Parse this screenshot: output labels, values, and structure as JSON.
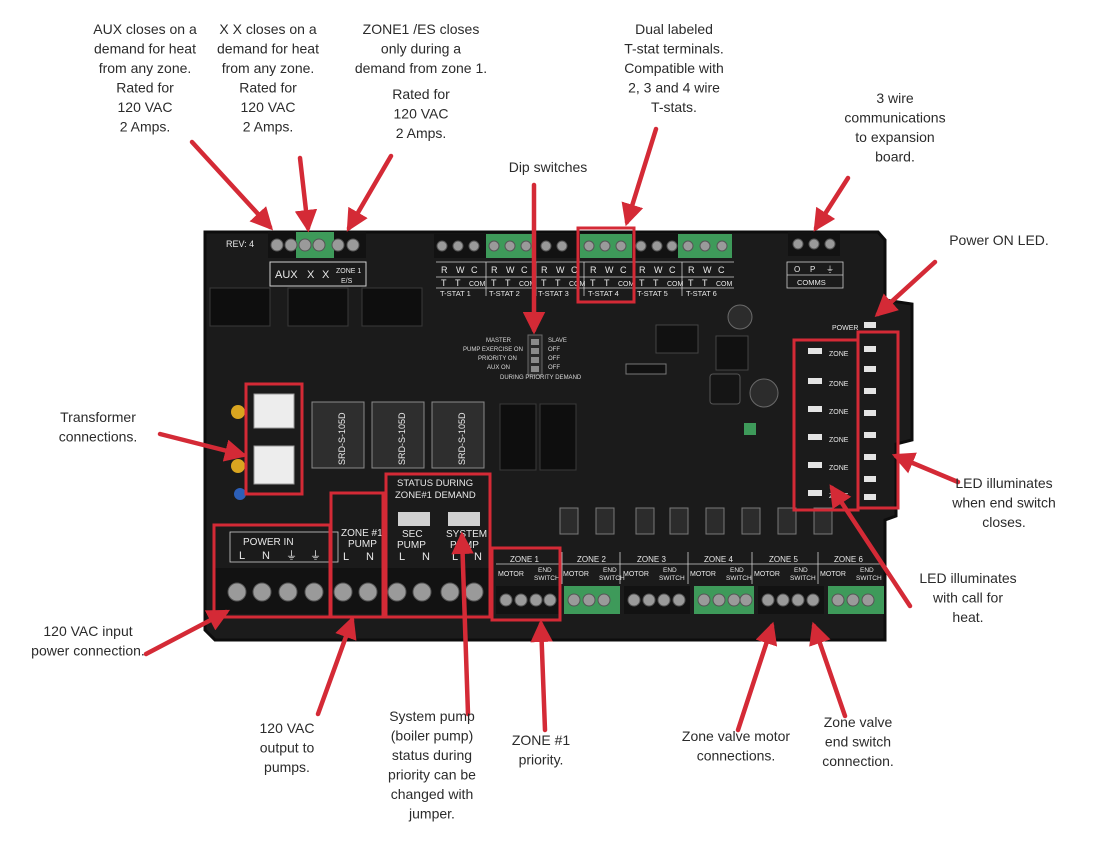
{
  "colors": {
    "board": "#1b1b1b",
    "board_edge": "#0d0d0d",
    "highlight": "#d42a36",
    "arrow": "#d42a36",
    "terminal_green": "#3e9a5a",
    "terminal_black": "#121212",
    "silkscreen": "#e8e8e8",
    "callout_text": "#2b2b2b"
  },
  "callouts": {
    "aux": [
      "AUX closes on a",
      "demand for heat",
      "from any zone.",
      "Rated for",
      "120 VAC",
      "2 Amps."
    ],
    "xx": [
      "X X closes on a",
      "demand for heat",
      "from any zone.",
      "Rated for",
      "120 VAC",
      "2 Amps."
    ],
    "zone1es": [
      "ZONE1 /ES closes",
      "only during a",
      "demand from zone 1."
    ],
    "zone1es_rating": [
      "Rated for",
      "120 VAC",
      "2 Amps."
    ],
    "tstat": [
      "Dual labeled",
      "T-stat terminals.",
      "Compatible with",
      "2, 3 and 4 wire",
      "T-stats."
    ],
    "dip": [
      "Dip switches"
    ],
    "comms": [
      "3 wire",
      "communications",
      "to expansion",
      "board."
    ],
    "power_led": [
      "Power ON LED."
    ],
    "transformer": [
      "Transformer",
      "connections."
    ],
    "end_switch_led": [
      "LED illuminates",
      "when end switch",
      "closes."
    ],
    "call_led": [
      "LED illuminates",
      "with call for",
      "heat."
    ],
    "input_power": [
      "120 VAC input",
      "power connection."
    ],
    "output_pumps": [
      "120 VAC",
      "output to",
      "pumps."
    ],
    "system_pump": [
      "System pump",
      "(boiler pump)",
      "status during",
      "priority can be",
      "changed with",
      "jumper."
    ],
    "zone1_priority": [
      "ZONE #1",
      "priority."
    ],
    "motor_conn": [
      "Zone valve motor",
      "connections."
    ],
    "endswitch_conn": [
      "Zone valve",
      "end switch",
      "connection."
    ]
  },
  "board_labels": {
    "rev": "REV: 4",
    "aux": "AUX",
    "x1": "X",
    "x2": "X",
    "zone1": "ZONE 1",
    "es": "E/S",
    "rwc": [
      "R",
      "W",
      "C"
    ],
    "ttc": [
      "T",
      "T",
      "COM"
    ],
    "tstats": [
      "T-STAT 1",
      "T-STAT 2",
      "T-STAT 3",
      "T-STAT 4",
      "T-STAT 5",
      "T-STAT 6"
    ],
    "comms_pins": [
      "O",
      "P",
      "⏚"
    ],
    "comms": "COMMS",
    "power": "POWER",
    "power_in": "POWER IN",
    "power_pins": [
      "L",
      "N",
      "⏚",
      "⏚"
    ],
    "zone1_pump": [
      "ZONE #1",
      "PUMP"
    ],
    "pump_pins": [
      "L",
      "N"
    ],
    "status_title": [
      "STATUS  DURING",
      "ZONE#1  DEMAND"
    ],
    "sec_pump": [
      "SEC",
      "PUMP"
    ],
    "system_pump": [
      "SYSTEM",
      "PUMP"
    ],
    "zones": [
      "ZONE 1",
      "ZONE 2",
      "ZONE 3",
      "ZONE 4",
      "ZONE 5",
      "ZONE 6"
    ],
    "motor": "MOTOR",
    "end_switch": [
      "END",
      "SWITCH"
    ],
    "dip_left": [
      "MASTER",
      "PUMP EXERCISE ON",
      "PRIORITY ON",
      "AUX ON"
    ],
    "dip_right": [
      "SLAVE",
      "OFF",
      "OFF",
      "OFF"
    ],
    "dip_bottom": "DURING PRIORITY DEMAND",
    "relay": "SRD-S-105D",
    "zone_led": "ZONE"
  }
}
